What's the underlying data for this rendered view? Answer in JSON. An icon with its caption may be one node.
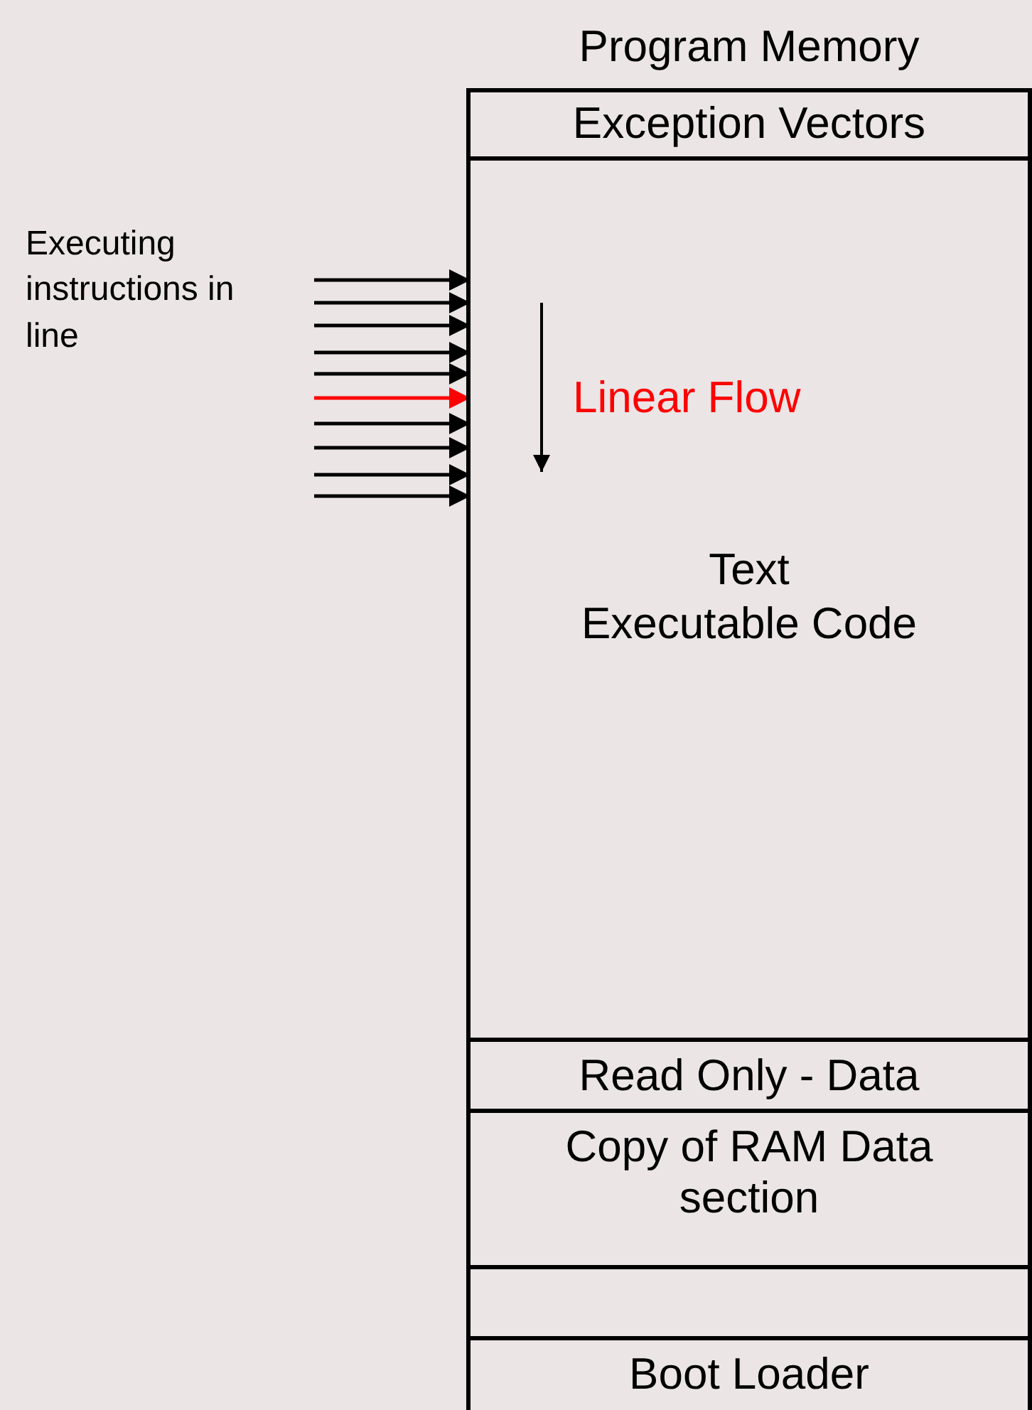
{
  "diagram": {
    "nodes": [
      {
        "text": [
          "Program Memory"
        ]
      },
      {
        "text": [
          "Exception Vectors"
        ],
        "in": 0
      },
      {
        "text": [
          "Text",
          "Executable Code"
        ],
        "in": 0
      },
      {
        "text": [
          "Read Only - Data"
        ],
        "in": 0
      },
      {
        "text": [
          "Copy of RAM Data section"
        ],
        "in": 0
      },
      {
        "text": [],
        "shape": "box",
        "in": 0
      },
      {
        "text": [
          "Boot Loader"
        ],
        "in": 0
      }
    ],
    "edges": [
      {
        "from": null,
        "to": 2,
        "arrow": "to"
      },
      {
        "from": null,
        "to": 2,
        "arrow": "to"
      },
      {
        "from": null,
        "to": 2,
        "arrow": "to"
      },
      {
        "from": null,
        "to": 2,
        "arrow": "to"
      },
      {
        "from": null,
        "to": 2,
        "arrow": "to"
      },
      {
        "from": null,
        "to": 2,
        "arrow": "to",
        "color": "#ff0000"
      },
      {
        "from": null,
        "to": 2,
        "arrow": "to"
      },
      {
        "from": null,
        "to": 2,
        "arrow": "to"
      },
      {
        "from": null,
        "to": 2,
        "arrow": "to"
      },
      {
        "from": null,
        "to": 2,
        "arrow": "to"
      }
    ],
    "labels": [
      "Executing instructions in line",
      "Linear Flow"
    ]
  }
}
